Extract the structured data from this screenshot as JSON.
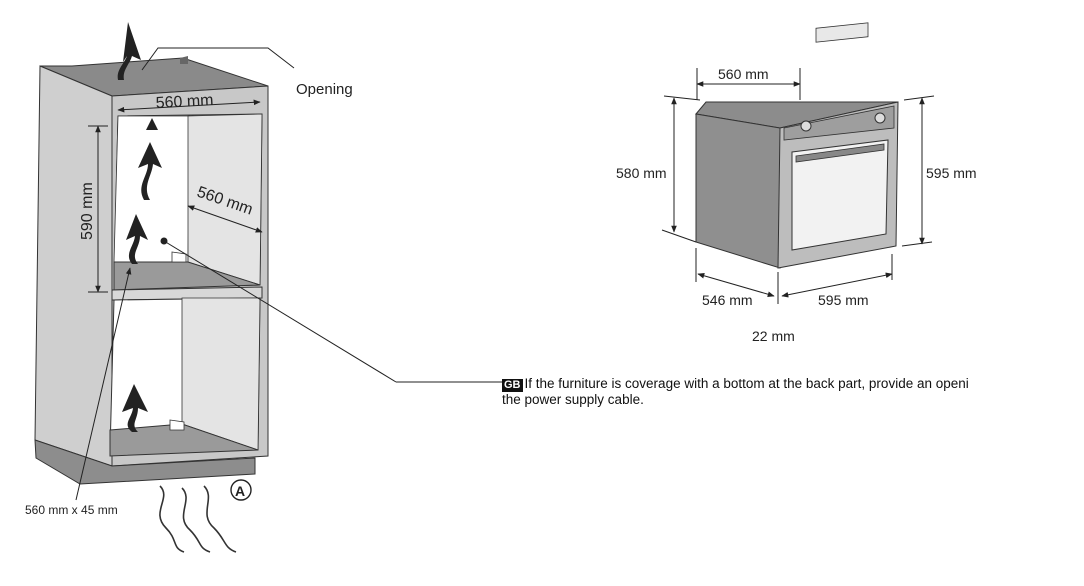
{
  "cabinet": {
    "opening_label": "Opening",
    "width_top": "560 mm",
    "height": "590 mm",
    "depth": "560 mm",
    "vent_size": "560 mm x 45 mm",
    "marker": "A"
  },
  "oven": {
    "width": "560 mm",
    "height_body": "580 mm",
    "height_front": "595 mm",
    "depth": "546 mm",
    "front_width": "595 mm",
    "panel_depth": "22 mm"
  },
  "note": {
    "badge": "GB",
    "line1": "If the furniture is coverage with a bottom at the back part, provide an openi",
    "line2": "the power supply cable."
  }
}
